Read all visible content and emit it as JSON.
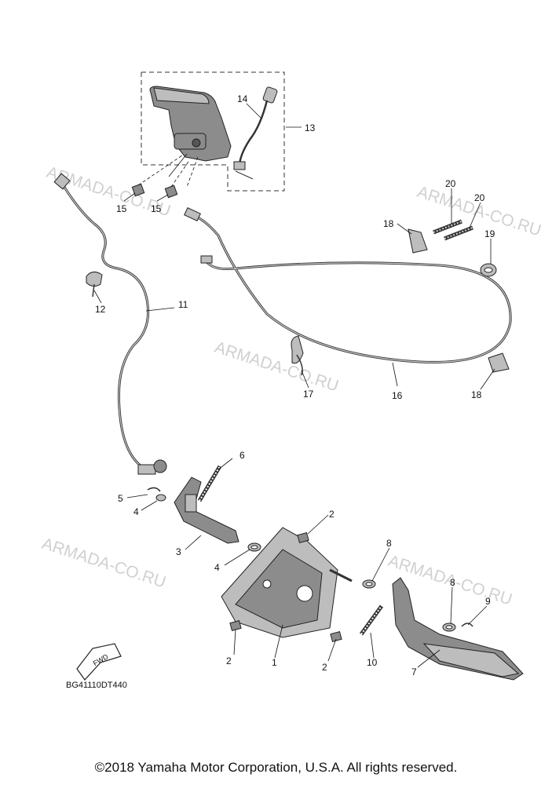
{
  "watermarks": [
    {
      "text": "ARMADA-CO.RU"
    },
    {
      "text": "ARMADA-CO.RU"
    },
    {
      "text": "ARMADA-CO.RU"
    },
    {
      "text": "ARMADA-CO.RU"
    },
    {
      "text": "ARMADA-CO.RU"
    }
  ],
  "callouts": {
    "c1": "1",
    "c2a": "2",
    "c2b": "2",
    "c2c": "2",
    "c3": "3",
    "c4a": "4",
    "c4b": "4",
    "c5": "5",
    "c6": "6",
    "c7": "7",
    "c8a": "8",
    "c8b": "8",
    "c9": "9",
    "c10": "10",
    "c11": "11",
    "c12": "12",
    "c13": "13",
    "c14": "14",
    "c15a": "15",
    "c15b": "15",
    "c16": "16",
    "c17": "17",
    "c18a": "18",
    "c18b": "18",
    "c19": "19",
    "c20a": "20",
    "c20b": "20"
  },
  "fwd_label": "FWD",
  "diagram_code": "BG41110DT440",
  "copyright": "©2018 Yamaha Motor Corporation, U.S.A. All rights reserved."
}
